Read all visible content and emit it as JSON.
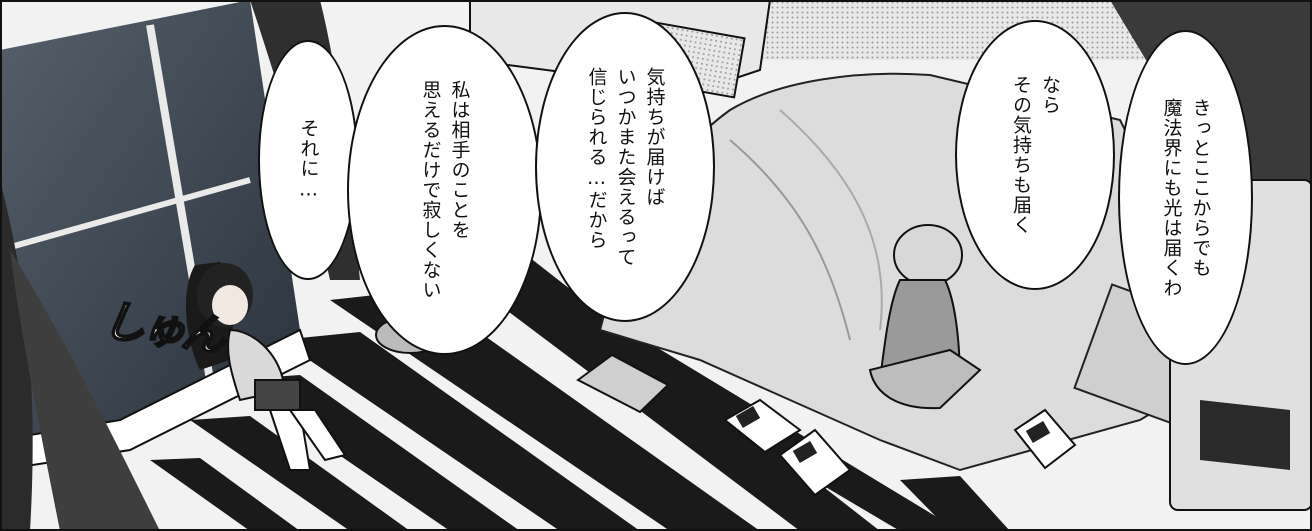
{
  "colors": {
    "ink": "#111111",
    "paper": "#ffffff",
    "floor_light": "#f2f2f2",
    "floor_dark": "#1a1a1a",
    "night_sky": "#3a4450",
    "futon": "#dcdcdc"
  },
  "balloons": [
    {
      "lines": [
        "それに…"
      ]
    },
    {
      "lines": [
        "私は相手のことを",
        "思えるだけで寂しくない"
      ]
    },
    {
      "lines": [
        "気持ちが届けば",
        "いつかまた会えるって",
        "信じられる…だから"
      ]
    },
    {
      "lines": [
        "なら",
        "その気持ちも届く"
      ]
    },
    {
      "lines": [
        "きっとここからでも",
        "魔法界にも光は届くわ"
      ]
    }
  ],
  "sfx": "しゅん"
}
